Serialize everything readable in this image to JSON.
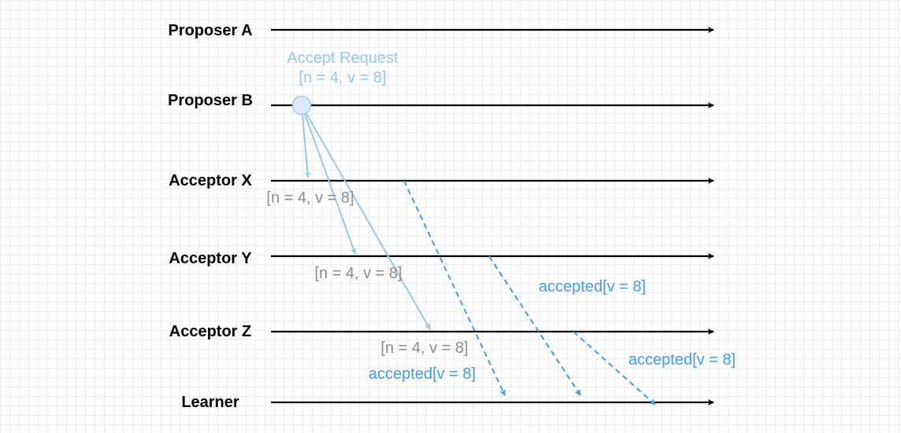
{
  "lanes": [
    {
      "id": "proposer-a",
      "label": "Proposer A"
    },
    {
      "id": "proposer-b",
      "label": "Proposer B"
    },
    {
      "id": "acceptor-x",
      "label": "Acceptor X"
    },
    {
      "id": "acceptor-y",
      "label": "Acceptor Y"
    },
    {
      "id": "acceptor-z",
      "label": "Acceptor Z"
    },
    {
      "id": "learner",
      "label": "Learner"
    }
  ],
  "accept_request": {
    "title": "Accept Request",
    "value": "[n = 4, v = 8]"
  },
  "acceptor_values": {
    "x": "[n = 4, v = 8]",
    "y": "[n = 4, v = 8]",
    "z": "[n = 4, v = 8]"
  },
  "accepted_labels": {
    "x": "accepted[v = 8]",
    "y": "accepted[v = 8]",
    "z": "accepted[v = 8]"
  },
  "colors": {
    "lane": "#000000",
    "request": "#97c8f2",
    "accepted": "#3f9ce8",
    "value_text": "#8c8c8c"
  }
}
